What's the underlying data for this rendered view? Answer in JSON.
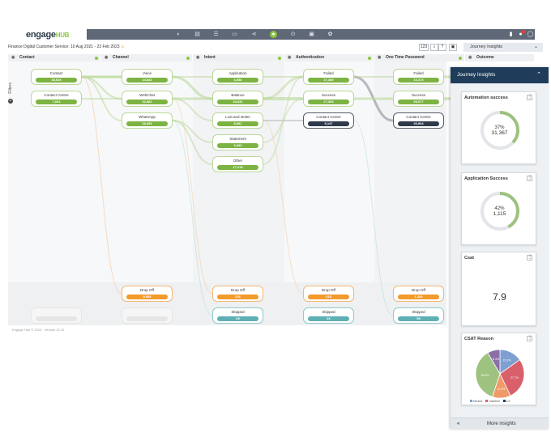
{
  "brand": {
    "name": "engage",
    "suffix": "HUB"
  },
  "subbar": {
    "title": "Finance Digital Customer Service: 10 Aug 2021 - 23 Feb 2023",
    "warn_icon": "warning-icon",
    "view_label": "123",
    "journey_insights_label": "Journey Insights"
  },
  "stages": [
    "Contact",
    "Channel",
    "Intent",
    "Authentication",
    "One Time Password",
    "Outcome"
  ],
  "nodes": {
    "contact": [
      {
        "name": "Contact",
        "value": "48,645",
        "style": "green"
      },
      {
        "name": "Contact Centre",
        "value": "7,604",
        "style": "green"
      }
    ],
    "channel": [
      {
        "name": "Voice",
        "value": "24,843",
        "style": "green"
      },
      {
        "name": "WebChat",
        "value": "32,882",
        "style": "green"
      },
      {
        "name": "WhatsApp",
        "value": "28,453",
        "style": "green"
      }
    ],
    "intent": [
      {
        "name": "Application",
        "value": "3,658",
        "style": "green"
      },
      {
        "name": "Balance",
        "value": "26,831",
        "style": "green"
      },
      {
        "name": "Lost and stolen",
        "value": "8,061",
        "style": "green"
      },
      {
        "name": "Statement",
        "value": "9,460",
        "style": "green"
      },
      {
        "name": "Other",
        "value": "17,218",
        "style": "green"
      }
    ],
    "authentication": [
      {
        "name": "Failed",
        "value": "27,389",
        "style": "green"
      },
      {
        "name": "Success",
        "value": "27,305",
        "style": "green"
      },
      {
        "name": "Contact Centre",
        "value": "5,147",
        "style": "dark"
      }
    ],
    "otp": [
      {
        "name": "Failed",
        "value": "13,473",
        "style": "green"
      },
      {
        "name": "Success",
        "value": "25,077",
        "style": "green"
      },
      {
        "name": "Contact Centre",
        "value": "26,004",
        "style": "dark"
      }
    ],
    "dropoff": [
      {
        "name": "Drop Off",
        "value": "8,698"
      },
      {
        "name": "Drop Off",
        "value": "236"
      },
      {
        "name": "Drop Off",
        "value": "418"
      },
      {
        "name": "Drop Off",
        "value": "1,328"
      }
    ],
    "skipped": [
      {
        "name": "Skipped",
        "value": "29"
      },
      {
        "name": "Skipped",
        "value": "24"
      },
      {
        "name": "Skipped",
        "value": "59"
      }
    ]
  },
  "footer": "Engage Hub © 2023 · Version 12.15",
  "filters_label": "Filters",
  "panel": {
    "title": "Journey Insights",
    "footer_label": "More insights",
    "cards": [
      {
        "title": "Automation success",
        "percent_label": "37%",
        "percent": 0.37,
        "value": "31,367"
      },
      {
        "title": "Application Success",
        "percent_label": "42%",
        "percent": 0.42,
        "value": "1,115"
      },
      {
        "title": "Csat",
        "value": "7.9"
      },
      {
        "title": "CSAT Reason",
        "slices": [
          {
            "label": "15.2%",
            "value": 15.2,
            "color": "#7f9fd0"
          },
          {
            "label": "27.7%",
            "value": 27.7,
            "color": "#d9606a"
          },
          {
            "label": "12.2%",
            "value": 12.2,
            "color": "#f09a6a"
          },
          {
            "label": "36.5%",
            "value": 36.5,
            "color": "#9ec27f"
          },
          {
            "label": "8.4%",
            "value": 8.4,
            "color": "#8b6fa8"
          }
        ],
        "legend": [
          {
            "label": "Neutral",
            "color": "#7f9fd0"
          },
          {
            "label": "Satisfied",
            "color": "#d9606a"
          },
          {
            "label": "1/2",
            "color": "#1f3d5a"
          }
        ]
      }
    ]
  },
  "colors": {
    "accent": "#8cc63f",
    "topbar": "#5e6876",
    "panel_header": "#1f3d5a",
    "dropoff": "#f39a2c",
    "skipped": "#5fb0b5"
  }
}
